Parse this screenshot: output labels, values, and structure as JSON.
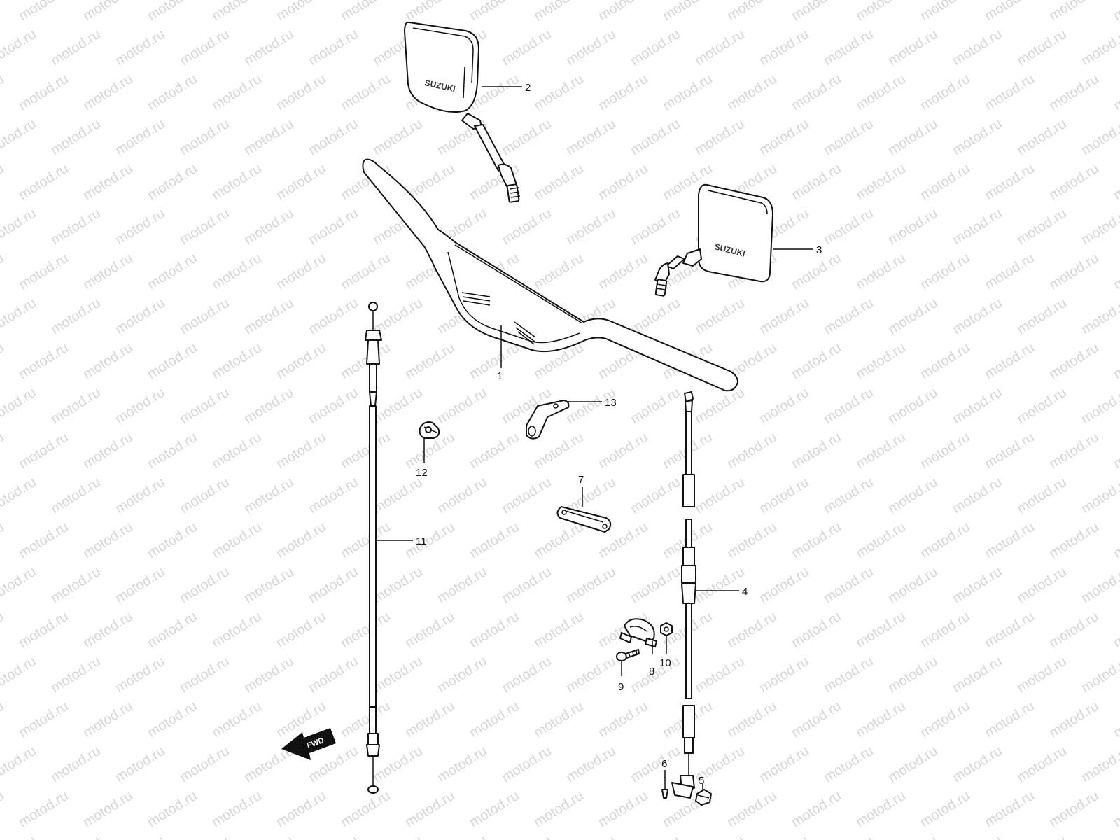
{
  "watermark": {
    "text": "motod.ru",
    "color": "#d6d6d6"
  },
  "parts": [
    {
      "id": "handlebar",
      "label": "1"
    },
    {
      "id": "mirror-left",
      "label": "2"
    },
    {
      "id": "mirror-right",
      "label": "3"
    },
    {
      "id": "throttle-cable",
      "label": "4"
    },
    {
      "id": "adjuster-bolt",
      "label": "5"
    },
    {
      "id": "pin",
      "label": "6"
    },
    {
      "id": "guide-plate",
      "label": "7"
    },
    {
      "id": "cable-clamp",
      "label": "8"
    },
    {
      "id": "clamp-screw",
      "label": "9"
    },
    {
      "id": "clamp-nut",
      "label": "10"
    },
    {
      "id": "clutch-cable",
      "label": "11"
    },
    {
      "id": "cable-clip",
      "label": "12"
    },
    {
      "id": "cable-bracket",
      "label": "13"
    }
  ],
  "forward_arrow": {
    "text": "FWD"
  },
  "mirror_logo": {
    "text": "SUZUKI"
  },
  "colors": {
    "line": "#111111",
    "background": "#ffffff"
  }
}
